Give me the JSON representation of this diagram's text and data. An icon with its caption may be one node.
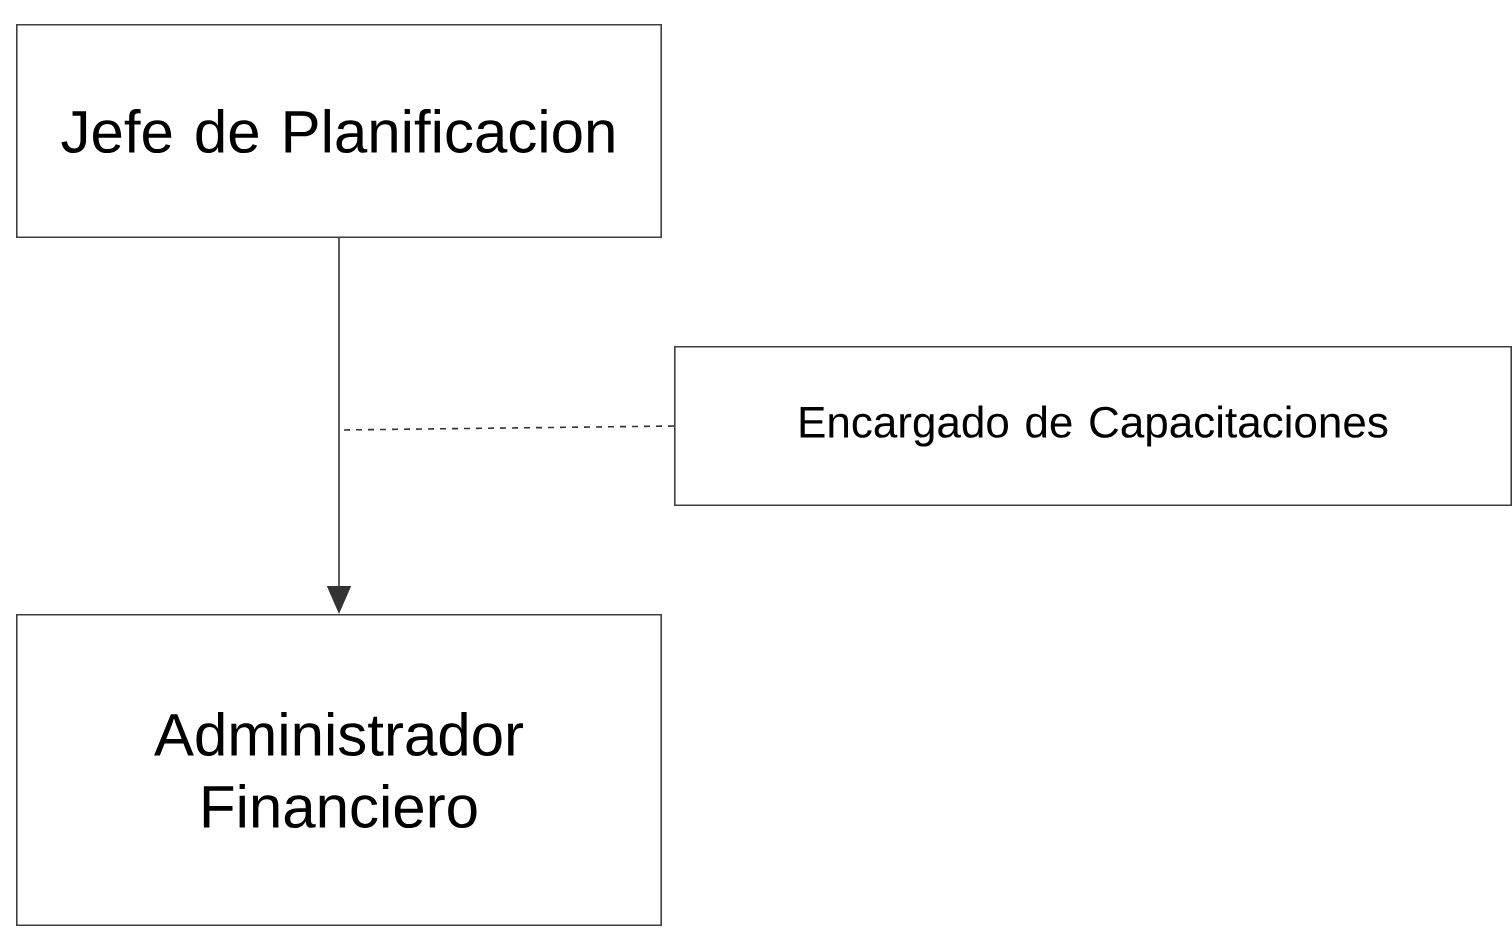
{
  "diagram": {
    "nodes": [
      {
        "text": [
          "Jefe de Planificacion"
        ]
      },
      {
        "text": [
          "Encargado de Capacitaciones"
        ]
      },
      {
        "text": [
          "Administrador Financiero"
        ]
      }
    ],
    "edges": [
      {
        "from": 0,
        "to": 2,
        "arrow": "to"
      },
      {
        "from": 1,
        "to": null,
        "arrow": "none",
        "style": "dashed"
      }
    ]
  }
}
